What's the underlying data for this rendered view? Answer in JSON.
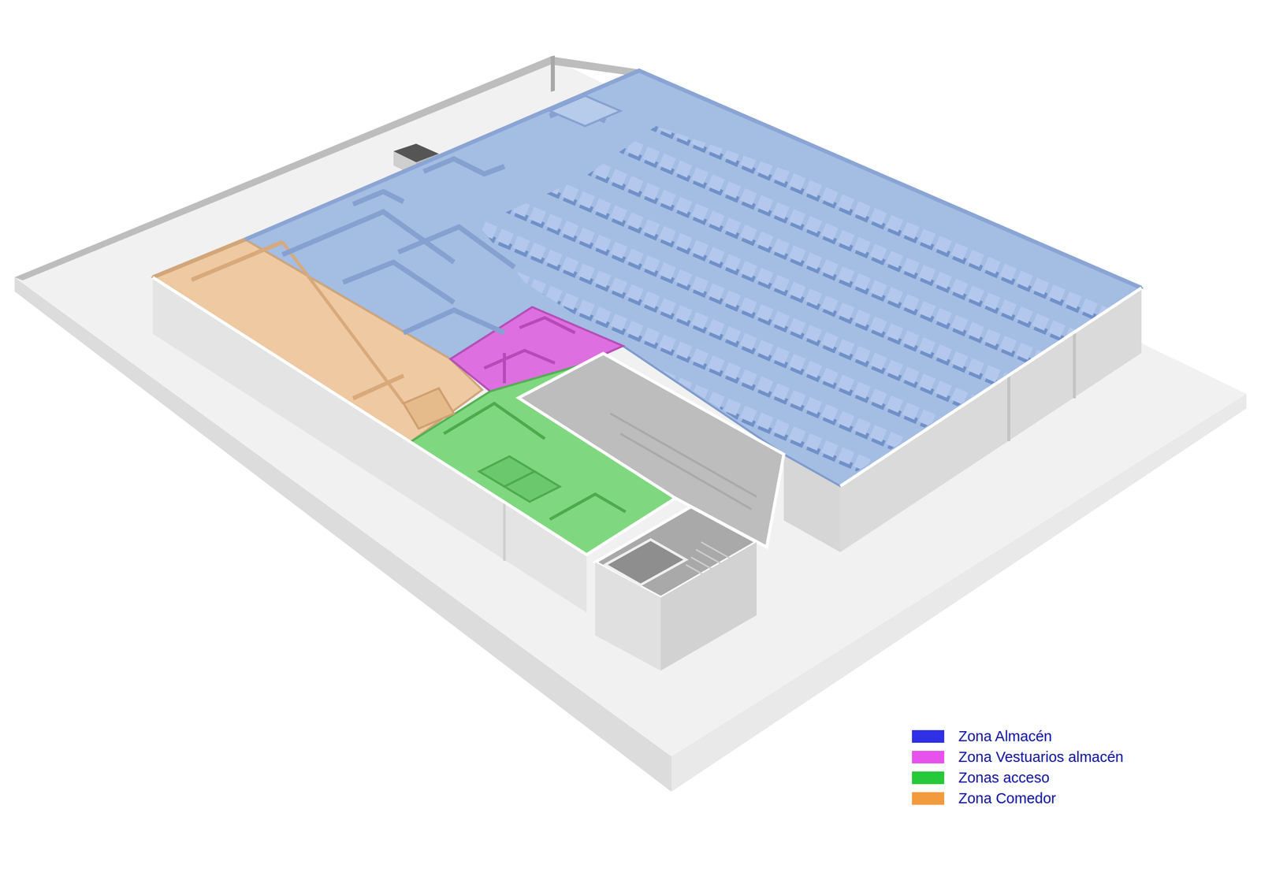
{
  "diagram": {
    "legend": [
      {
        "text": "Zona Almacén",
        "color": "#2f2fe6"
      },
      {
        "text": "Zona Vestuarios almacén",
        "color": "#e752ec"
      },
      {
        "text": "Zonas acceso",
        "color": "#25c93a"
      },
      {
        "text": "Zona Comedor",
        "color": "#f29b3c"
      }
    ]
  }
}
